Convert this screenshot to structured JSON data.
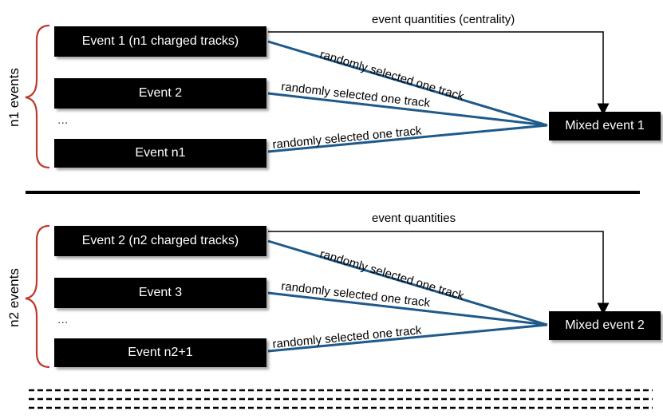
{
  "colors": {
    "track_line": "#1f5a8a",
    "brace": "#c0392b",
    "box_bg": "#000000",
    "box_text": "#ffffff"
  },
  "group1": {
    "label": "n1 events",
    "events": [
      "Event 1 (n1 charged tracks)",
      "Event 2",
      "Event n1"
    ],
    "ellipsis": "...",
    "mixed_event": "Mixed event 1",
    "quantities_label": "event quantities (centrality)",
    "track_labels": [
      "randomly selected one track",
      "randomly selected one track",
      "randomly selected one track"
    ]
  },
  "group2": {
    "label": "n2 events",
    "events": [
      "Event 2 (n2 charged tracks)",
      "Event 3",
      "Event n2+1"
    ],
    "ellipsis": "...",
    "mixed_event": "Mixed event 2",
    "quantities_label": "event quantities",
    "track_labels": [
      "randomly selected one track",
      "randomly selected one track",
      "randomly selected one track"
    ]
  }
}
